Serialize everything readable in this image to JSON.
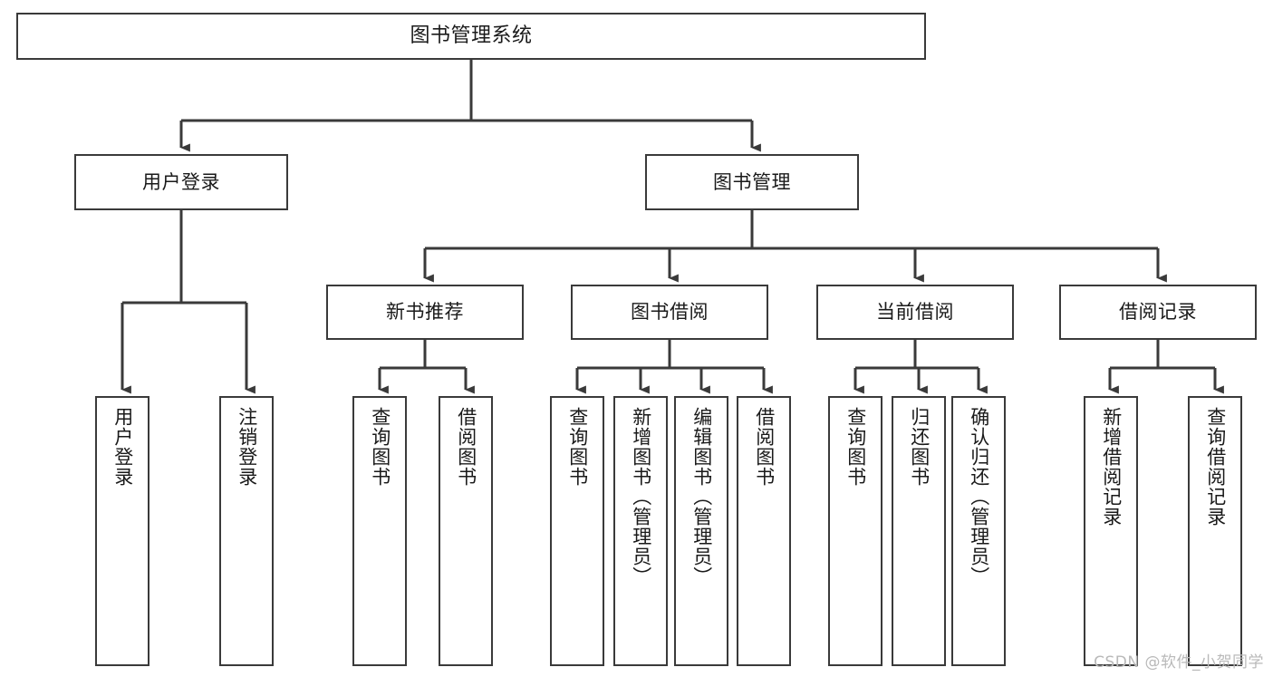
{
  "diagram": {
    "type": "tree-hierarchy-chart",
    "title": "图书管理系统",
    "watermark": "CSDN @软件_小贺同学",
    "colors": {
      "stroke": "#3a3a3a",
      "fill": "#ffffff",
      "text": "#1a1a1a",
      "watermark": "#b9b9b9"
    },
    "nodes": {
      "root": {
        "label": "图书管理系统"
      },
      "level1": [
        {
          "id": "user-login",
          "label": "用户登录"
        },
        {
          "id": "book-manage",
          "label": "图书管理"
        }
      ],
      "level2": [
        {
          "id": "new-book-recommend",
          "label": "新书推荐"
        },
        {
          "id": "book-borrow",
          "label": "图书借阅"
        },
        {
          "id": "current-borrow",
          "label": "当前借阅"
        },
        {
          "id": "borrow-record",
          "label": "借阅记录"
        }
      ],
      "leaves": {
        "user-login": [
          {
            "id": "leaf-user-login",
            "label": "用户登录"
          },
          {
            "id": "leaf-logout-login",
            "label": "注销登录"
          }
        ],
        "new-book-recommend": [
          {
            "id": "leaf-query-book-1",
            "label": "查询图书"
          },
          {
            "id": "leaf-borrow-book-1",
            "label": "借阅图书"
          }
        ],
        "book-borrow": [
          {
            "id": "leaf-query-book-2",
            "label": "查询图书"
          },
          {
            "id": "leaf-add-book",
            "label": "新增图书（管理员）"
          },
          {
            "id": "leaf-edit-book",
            "label": "编辑图书（管理员）"
          },
          {
            "id": "leaf-borrow-book-2",
            "label": "借阅图书"
          }
        ],
        "current-borrow": [
          {
            "id": "leaf-query-book-3",
            "label": "查询图书"
          },
          {
            "id": "leaf-return-book",
            "label": "归还图书"
          },
          {
            "id": "leaf-confirm-return",
            "label": "确认归还（管理员）"
          }
        ],
        "borrow-record": [
          {
            "id": "leaf-add-record",
            "label": "新增借阅记录"
          },
          {
            "id": "leaf-query-record",
            "label": "查询借阅记录"
          }
        ]
      }
    }
  }
}
